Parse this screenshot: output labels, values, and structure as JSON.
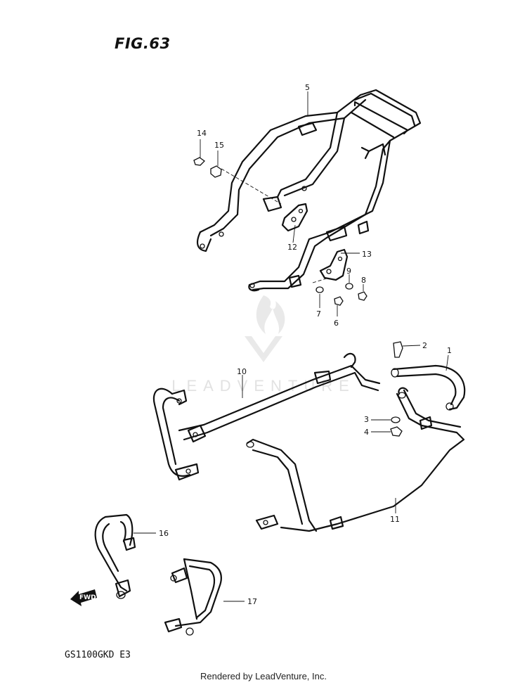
{
  "figure": {
    "title": "FIG.63",
    "model_code": "GS1100GKD E3"
  },
  "footer": {
    "text": "Rendered by LeadVenture, Inc."
  },
  "watermark": {
    "text": "LEADVENTURE"
  },
  "forward_label": "FWD",
  "callouts": [
    "1",
    "2",
    "3",
    "4",
    "5",
    "6",
    "7",
    "8",
    "9",
    "10",
    "11",
    "12",
    "13",
    "14",
    "15",
    "16",
    "17"
  ]
}
